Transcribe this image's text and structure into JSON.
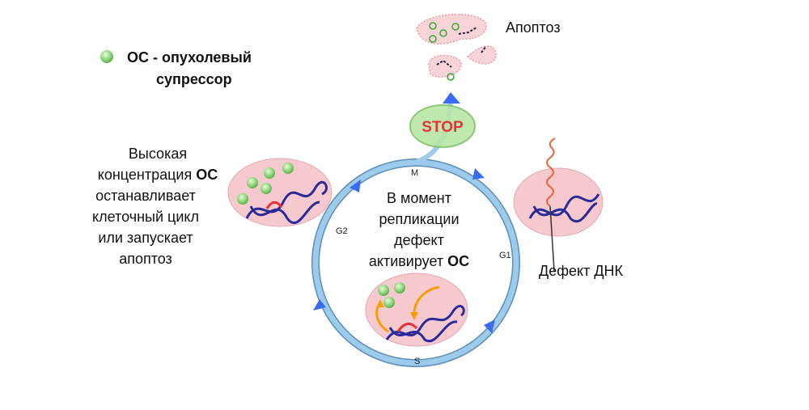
{
  "legend": {
    "line1": "ОС - опухолевый",
    "line2": "супрессор"
  },
  "left_text": {
    "line1": "Высокая",
    "line2_a": "концентрация ",
    "line2_b": "ОС",
    "line3": "останавливает",
    "line4": "клеточный цикл",
    "line5": "или запускает",
    "line6": "апоптоз"
  },
  "center_text": {
    "line1": "В момент",
    "line2": "репликации",
    "line3": "дефект",
    "line4_a": "активирует ",
    "line4_b": "ОС"
  },
  "apoptosis_label": "Апоптоз",
  "stop_label": "STOP",
  "dna_defect_label": "Дефект ДНК",
  "phases": {
    "m": "M",
    "g1": "G1",
    "s": "S",
    "g2": "G2"
  },
  "colors": {
    "cycle": "#8ec3ea",
    "arrow": "#3a6cf0",
    "cell": "#f6c9cf",
    "suppressor": "#8fd67a",
    "dna": "#2a2a9a",
    "defect": "#e8303c",
    "stop_text": "#e8303c",
    "orange": "#f5a000"
  }
}
